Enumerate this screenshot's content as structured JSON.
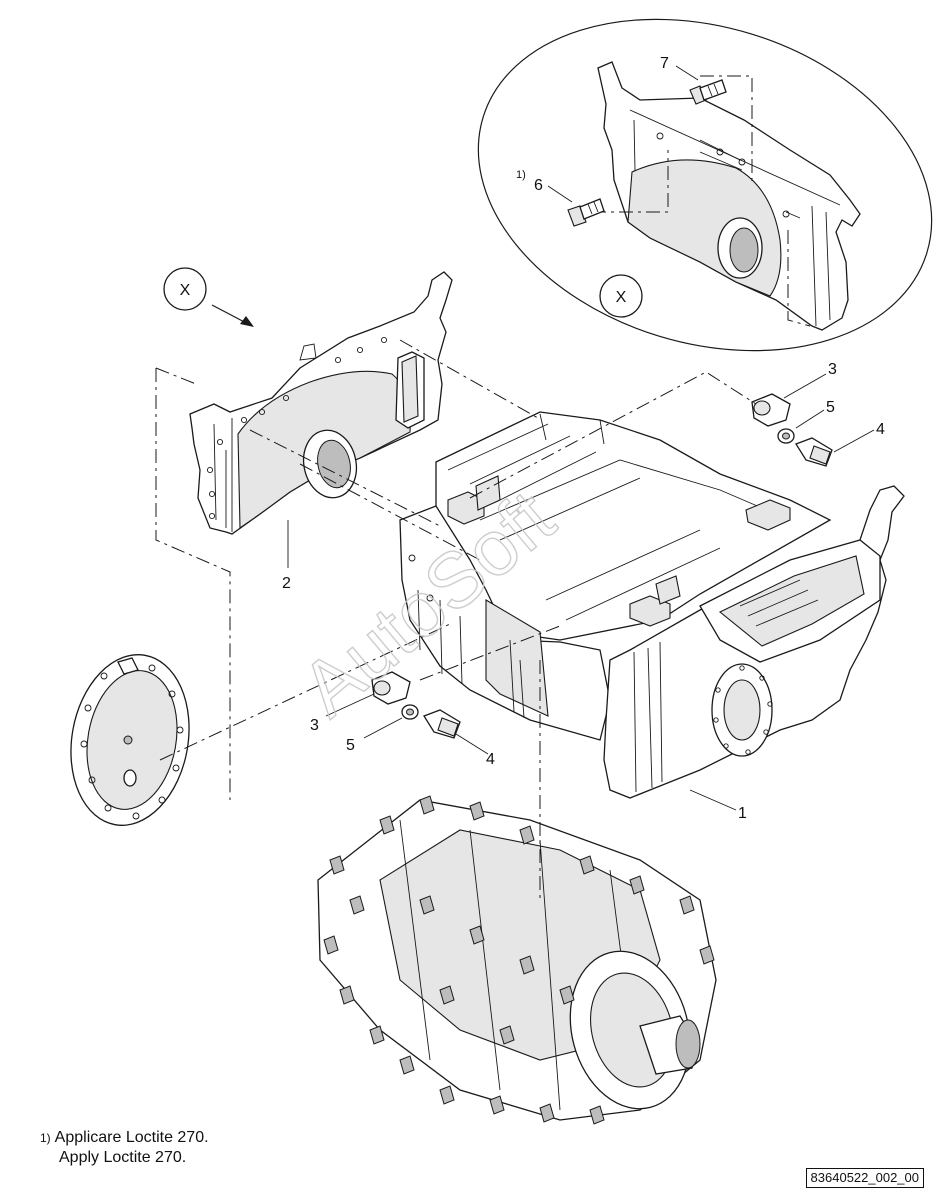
{
  "drawing": {
    "view_label": "X",
    "watermark": "AutoSoft",
    "callouts": {
      "bolt_6_note": "1)",
      "n1": "1",
      "n2": "2",
      "n3": "3",
      "n4": "4",
      "n5": "5",
      "n6": "6",
      "n7": "7"
    }
  },
  "footnote": {
    "marker": "1)",
    "line_it": "Applicare Loctite 270.",
    "line_en": "Apply Loctite 270."
  },
  "drawing_id": "83640522_002_00"
}
